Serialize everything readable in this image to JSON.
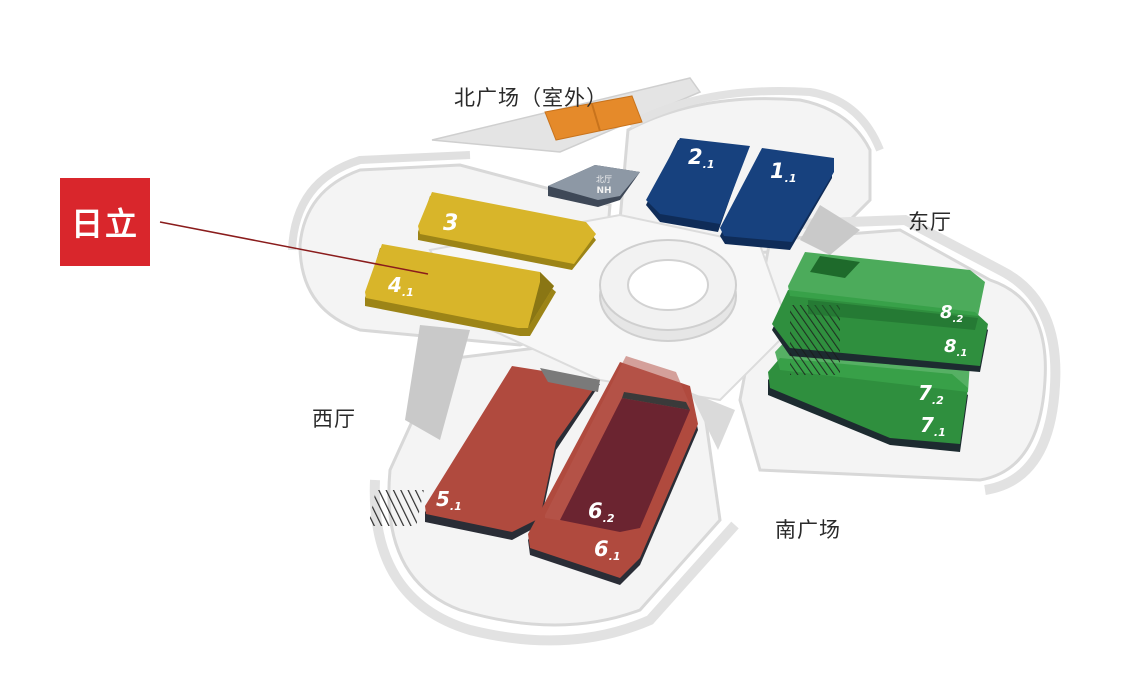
{
  "callout": {
    "label": "日立",
    "color": "#d9262c"
  },
  "zones": {
    "north_plaza": "北广场（室外）",
    "east_hall": "东厅",
    "west_hall": "西厅",
    "south_plaza": "南广场"
  },
  "halls": {
    "h1": {
      "main": "1",
      "sub": "1",
      "color": "#17417e"
    },
    "h2": {
      "main": "2",
      "sub": "1",
      "color": "#17417e"
    },
    "h3": {
      "main": "3",
      "color": "#d8b52a"
    },
    "h4": {
      "main": "4",
      "sub": "1",
      "color": "#d8b52a"
    },
    "h5": {
      "main": "5",
      "sub": "1",
      "color": "#b04a3e"
    },
    "h6_2": {
      "main": "6",
      "sub": "2",
      "color": "#6b2430"
    },
    "h6_1": {
      "main": "6",
      "sub": "1",
      "color": "#b04a3e"
    },
    "h7_2": {
      "main": "7",
      "sub": "2",
      "color": "#2f8f3e"
    },
    "h7_1": {
      "main": "7",
      "sub": "1",
      "color": "#2f8f3e"
    },
    "h8_2": {
      "main": "8",
      "sub": "2",
      "color": "#2f8f3e"
    },
    "h8_1": {
      "main": "8",
      "sub": "1",
      "color": "#2f8f3e"
    },
    "nh": {
      "line1": "北厅",
      "line2": "NH"
    }
  },
  "north_plaza_block_color": "#e58a2a"
}
